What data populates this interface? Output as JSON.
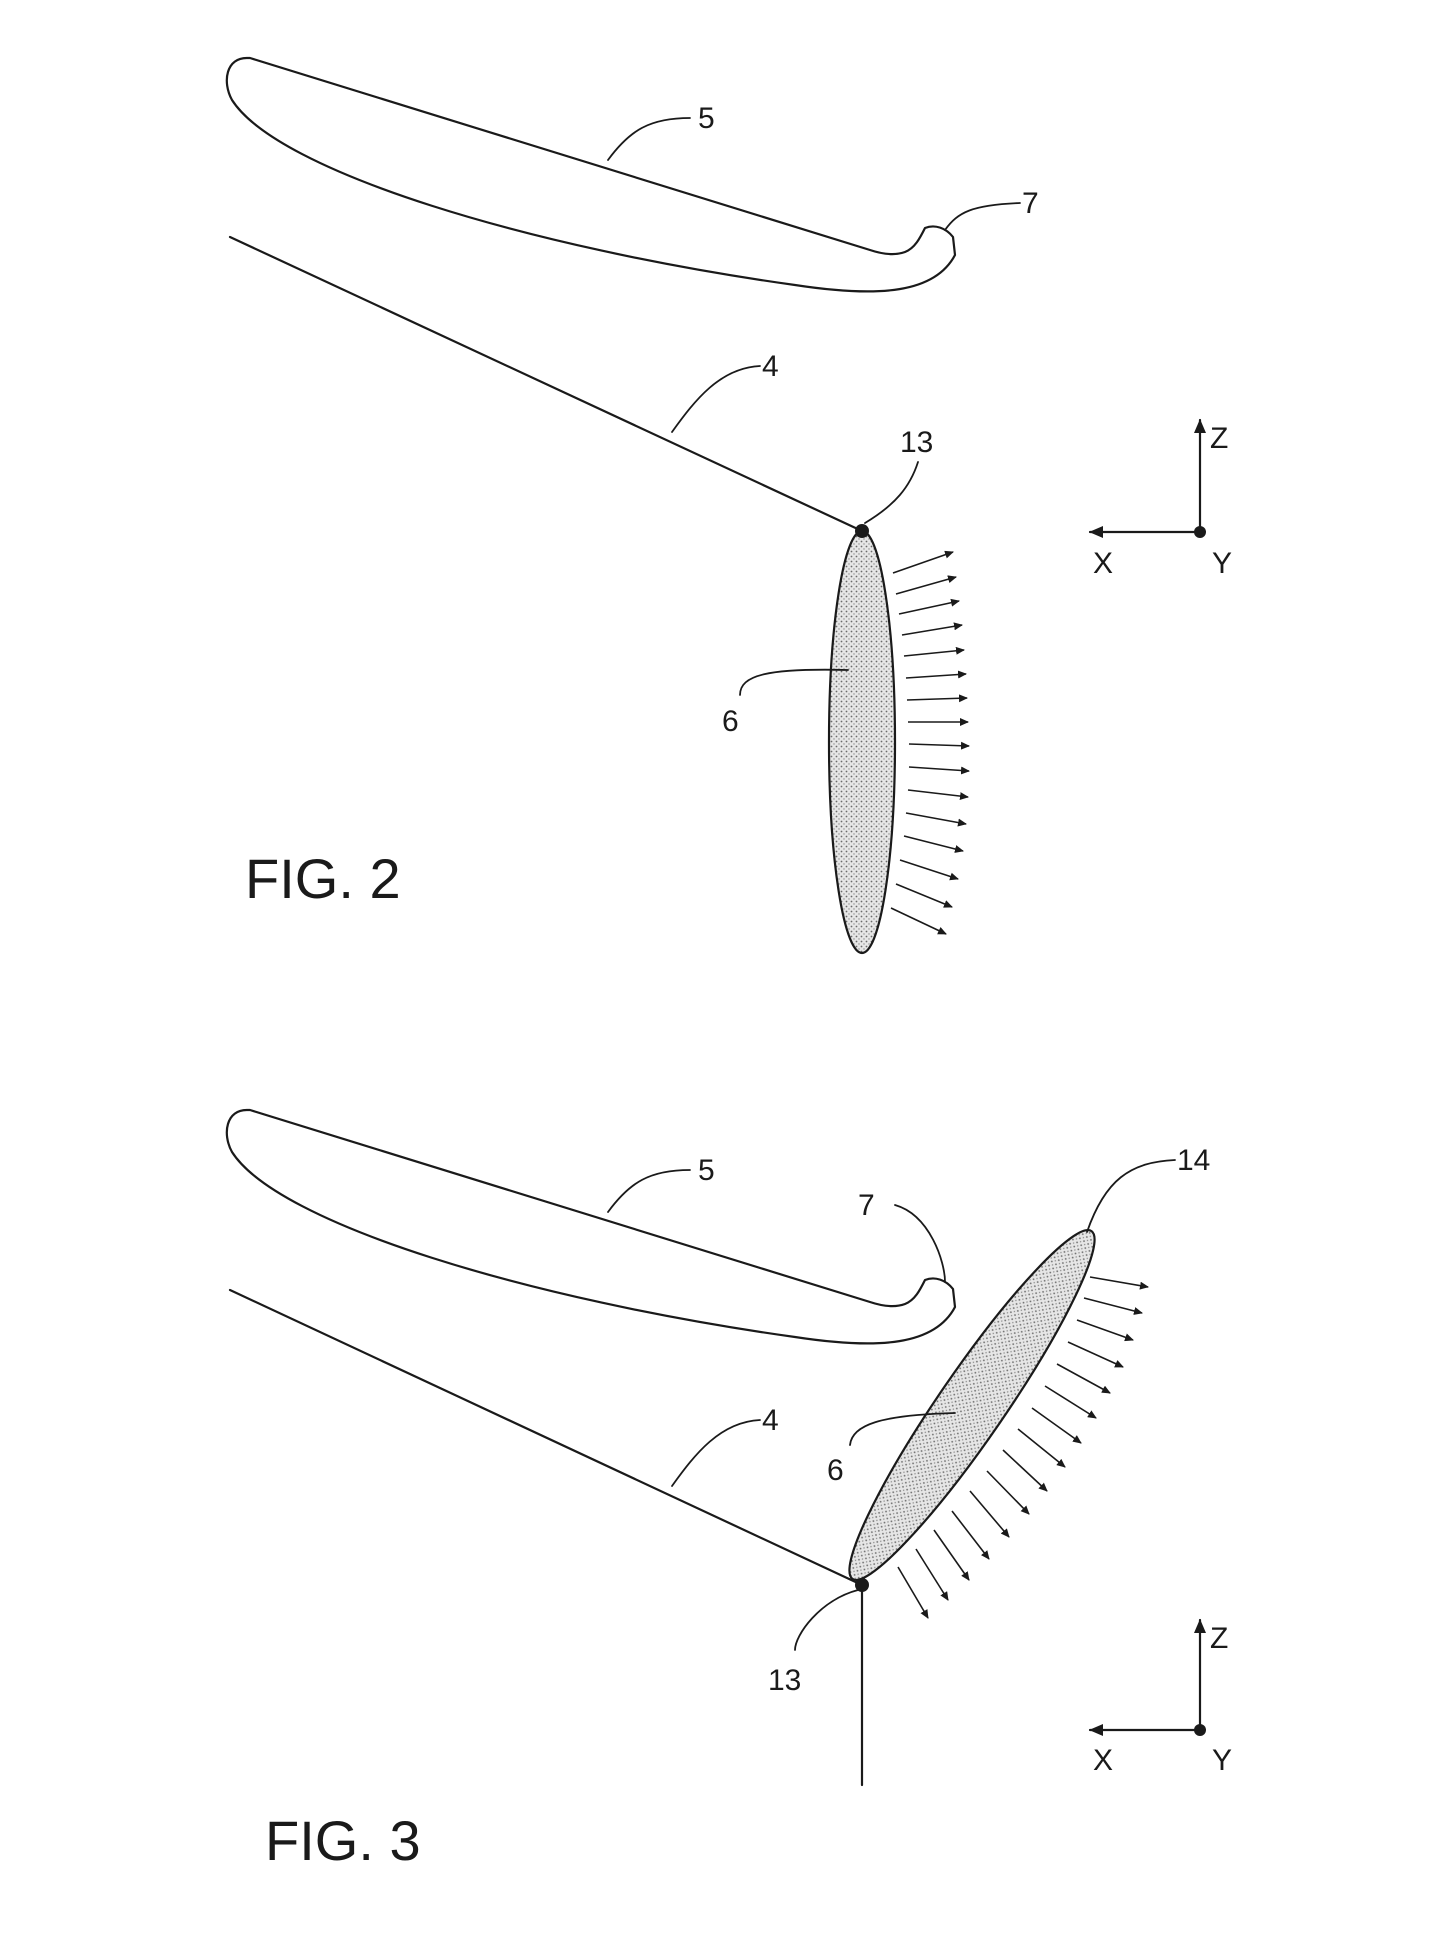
{
  "figures": [
    {
      "caption": "FIG. 2",
      "labels": {
        "wing": "5",
        "tip": "7",
        "line": "4",
        "hinge": "13",
        "flap": "6"
      },
      "axes": {
        "z": "Z",
        "x": "X",
        "y": "Y"
      }
    },
    {
      "caption": "FIG. 3",
      "labels": {
        "wing": "5",
        "tip": "7",
        "line": "4",
        "hinge": "13",
        "flap": "6",
        "flap_end": "14"
      },
      "axes": {
        "z": "Z",
        "x": "X",
        "y": "Y"
      }
    }
  ]
}
